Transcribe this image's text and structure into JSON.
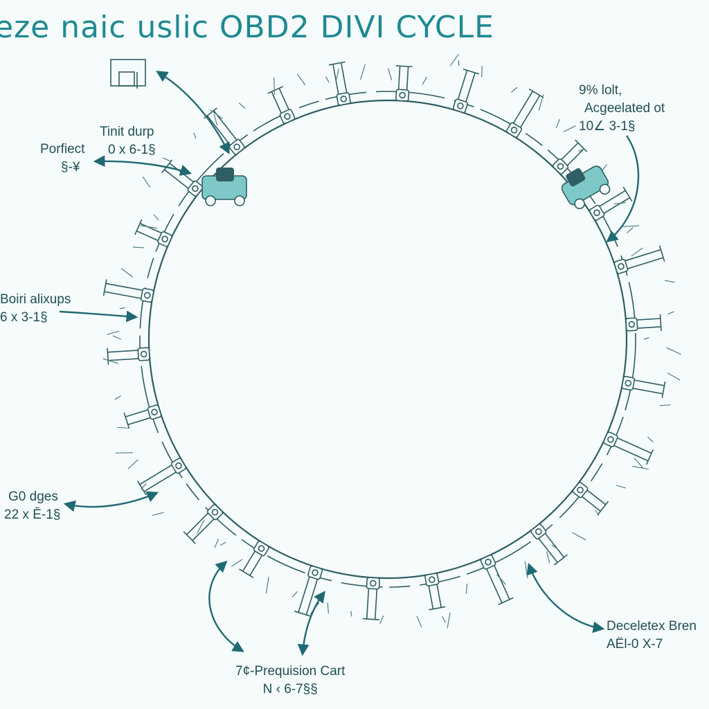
{
  "title": "eze naic uslic OBD2 DIVI CYCLE",
  "colors": {
    "accent": "#1e8a92",
    "ink": "#2c5d63",
    "paper": "#f6fbfb"
  },
  "callouts": {
    "top_right": {
      "line1": "9% lolt,",
      "line2": "Acgeelated ot",
      "line3": "10∠ 3-1§"
    },
    "upper_left": {
      "line1": "Tinit durp",
      "line2": "0 x 6-1§"
    },
    "left_top": {
      "line1": "Porfiect",
      "line2": "§-¥"
    },
    "left_mid": {
      "line1": "Boiri alixups",
      "line2": "6 x 3-1§"
    },
    "left_low": {
      "line1": "G0 dges",
      "line2": "22 x Ē-1§"
    },
    "bottom_center": {
      "line1": "7¢-Prequision Cart",
      "line2": "N ‹ 6-7§§"
    },
    "bottom_right": {
      "line1": "Deceletex Bren",
      "line2": "AËl-0 X-7"
    }
  },
  "icons": [
    "car-icon",
    "car-icon"
  ]
}
